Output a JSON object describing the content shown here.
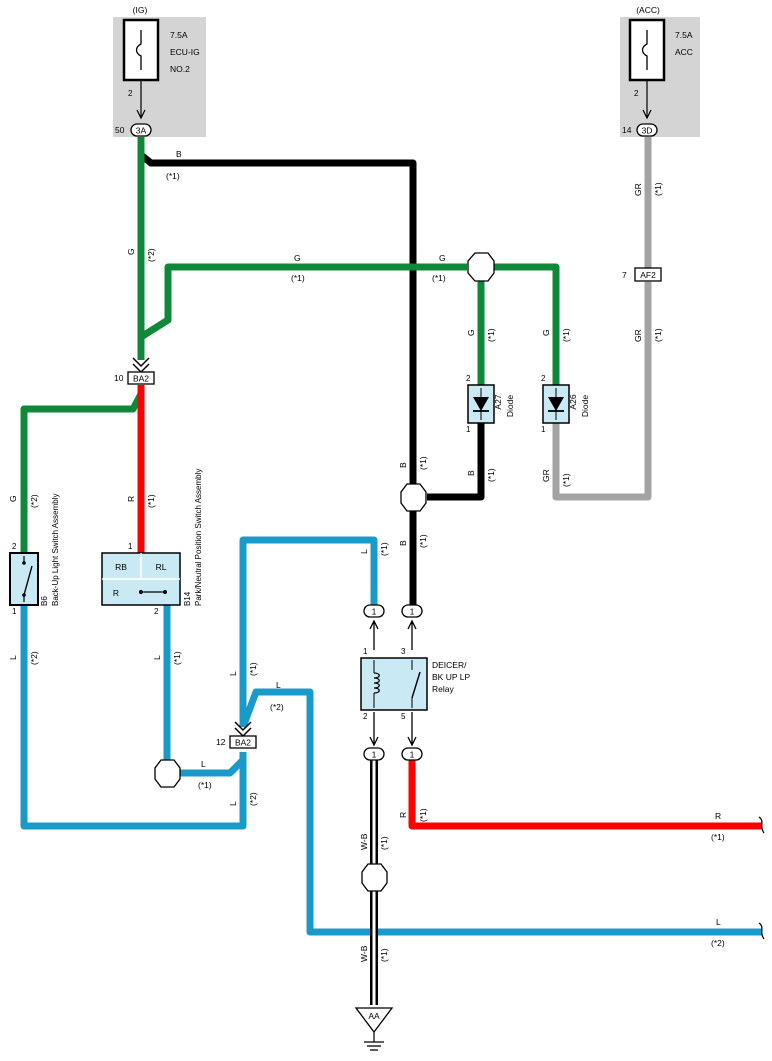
{
  "fuses": {
    "ig": {
      "circuit": "(IG)",
      "rating": "7.5A",
      "name_line1": "ECU-IG",
      "name_line2": "NO.2",
      "pin": "2",
      "connector": "3A",
      "connector_pin": "50"
    },
    "acc": {
      "circuit": "(ACC)",
      "rating": "7.5A",
      "name_line1": "ACC",
      "pin": "2",
      "connector": "3D",
      "connector_pin": "14"
    }
  },
  "wire_labels": {
    "b": "B",
    "g": "G",
    "gr": "GR",
    "r": "R",
    "l": "L",
    "wb": "W-B",
    "note1": "(*1)",
    "note2": "(*2)"
  },
  "connectors": {
    "ba2_top": {
      "id": "BA2",
      "pin": "10"
    },
    "ba2_bottom": {
      "id": "BA2",
      "pin": "12"
    },
    "af2": {
      "id": "AF2",
      "pin": "7"
    },
    "relay_in": {
      "pin": "1"
    },
    "ground": {
      "id": "AA"
    }
  },
  "components": {
    "a27": {
      "id": "A27",
      "name": "Diode",
      "pin_top": "2",
      "pin_bottom": "1"
    },
    "a26": {
      "id": "A26",
      "name": "Diode",
      "pin_top": "2",
      "pin_bottom": "1"
    },
    "b6": {
      "id": "B6",
      "name": "Back-Up Light Switch Assembly",
      "pin_top": "2",
      "pin_bottom": "1"
    },
    "b14": {
      "id": "B14",
      "name": "Park/Neutral Position Switch Assembly",
      "pin_top": "1",
      "pin_bottom": "2",
      "rb": "RB",
      "rl": "RL",
      "r": "R"
    },
    "relay": {
      "name_line1": "DEICER/",
      "name_line2": "BK UP LP",
      "name_line3": "Relay",
      "pin1": "1",
      "pin2": "2",
      "pin3": "3",
      "pin5": "5"
    }
  },
  "colors": {
    "black": "#000000",
    "green": "#10883a",
    "gray": "#a3a3a3",
    "red": "#ff0000",
    "blue": "#199ac8",
    "fuse_box": "#d4d4d4",
    "diode_fill": "#c9e9f5",
    "relay_fill": "#c9e9f5"
  }
}
